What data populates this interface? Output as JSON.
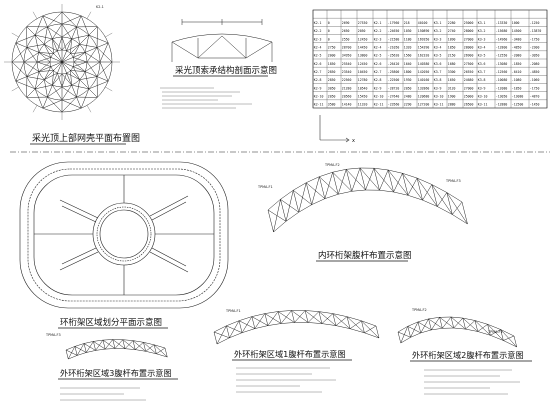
{
  "titles": {
    "dome_plan": "采光顶上部网壳平面布置图",
    "cable_section": "采光顶索承结构剖面示意图",
    "inner_truss": "内环桁架腹杆布置示意图",
    "zone_plan": "环桁架区域划分平面示意图",
    "outer_zone3": "外环桁架区域3腹杆布置示意图",
    "outer_zone1": "外环桁架区域1腹杆布置示意图",
    "outer_zone2": "外环桁架区域2腹杆布置示意图"
  },
  "axis": {
    "x": "x"
  },
  "table": {
    "rows": [
      [
        "K2-1",
        "0",
        "2690",
        "27530",
        "K2-1",
        "-17960",
        "218",
        "40100",
        "K3-1",
        "2280",
        "25000",
        "K3-1",
        "-13330",
        "1000",
        "-1250"
      ],
      [
        "K2-2",
        "0",
        "2650",
        "2050",
        "K2-2",
        "-24650",
        "1030",
        "150890",
        "K3-2",
        "2740",
        "28000",
        "K3-2",
        "-15680",
        "14500",
        "-13870"
      ],
      [
        "K2-3",
        "0",
        "2550",
        "12450",
        "K2-3",
        "-21580",
        "1180",
        "169350",
        "K3-3",
        "1090",
        "27000",
        "K3-3",
        "-14960",
        "-3480",
        "-1750"
      ],
      [
        "K2-4",
        "2750",
        "28700",
        "14450",
        "K2-4",
        "-21050",
        "1320",
        "154390",
        "K3-4",
        "1850",
        "28000",
        "K3-4",
        "-12800",
        "-4850",
        "-2300"
      ],
      [
        "K2-5",
        "2000",
        "34950",
        "13800",
        "K2-5",
        "-25620",
        "1560",
        "162320",
        "K3-5",
        "2150",
        "26900",
        "K3-5",
        "-12550",
        "-2080",
        "-3050"
      ],
      [
        "K2-6",
        "1850",
        "25540",
        "12450",
        "K2-6",
        "-26420",
        "1640",
        "140380",
        "K3-6",
        "1680",
        "27500",
        "K3-6",
        "-13080",
        "-1850",
        "-2080"
      ],
      [
        "K2-7",
        "2850",
        "23540",
        "10450",
        "K2-7",
        "-25800",
        "1800",
        "142050",
        "K3-7",
        "3300",
        "26550",
        "K3-7",
        "-12560",
        "-6410",
        "-4850"
      ],
      [
        "K2-8",
        "2850",
        "22560",
        "12780",
        "K2-8",
        "-22500",
        "1930",
        "140160",
        "K3-8",
        "1650",
        "24680",
        "K3-8",
        "-10080",
        "-1080",
        "-1060"
      ],
      [
        "K2-9",
        "3050",
        "21280",
        "10540",
        "K2-9",
        "-28720",
        "2050",
        "132860",
        "K3-9",
        "3120",
        "27000",
        "K3-9",
        "-12080",
        "-1850",
        "-1750"
      ],
      [
        "K2-10",
        "2050",
        "20560",
        "15450",
        "K2-10",
        "-27640",
        "2480",
        "120680",
        "K3-10",
        "1900",
        "25000",
        "K3-10",
        "-13050",
        "-13080",
        "-4870"
      ],
      [
        "K2-11",
        "3580",
        "14140",
        "11320",
        "K2-11",
        "-23560",
        "2290",
        "127200",
        "K3-11",
        "2880",
        "26500",
        "K3-11",
        "-12880",
        "-12500",
        "-1450"
      ]
    ]
  },
  "small_labels": {
    "member_a": "TPMA-F1",
    "member_b": "TPMA-F2",
    "member_c": "TPMA-F3",
    "node": "K2-1"
  }
}
